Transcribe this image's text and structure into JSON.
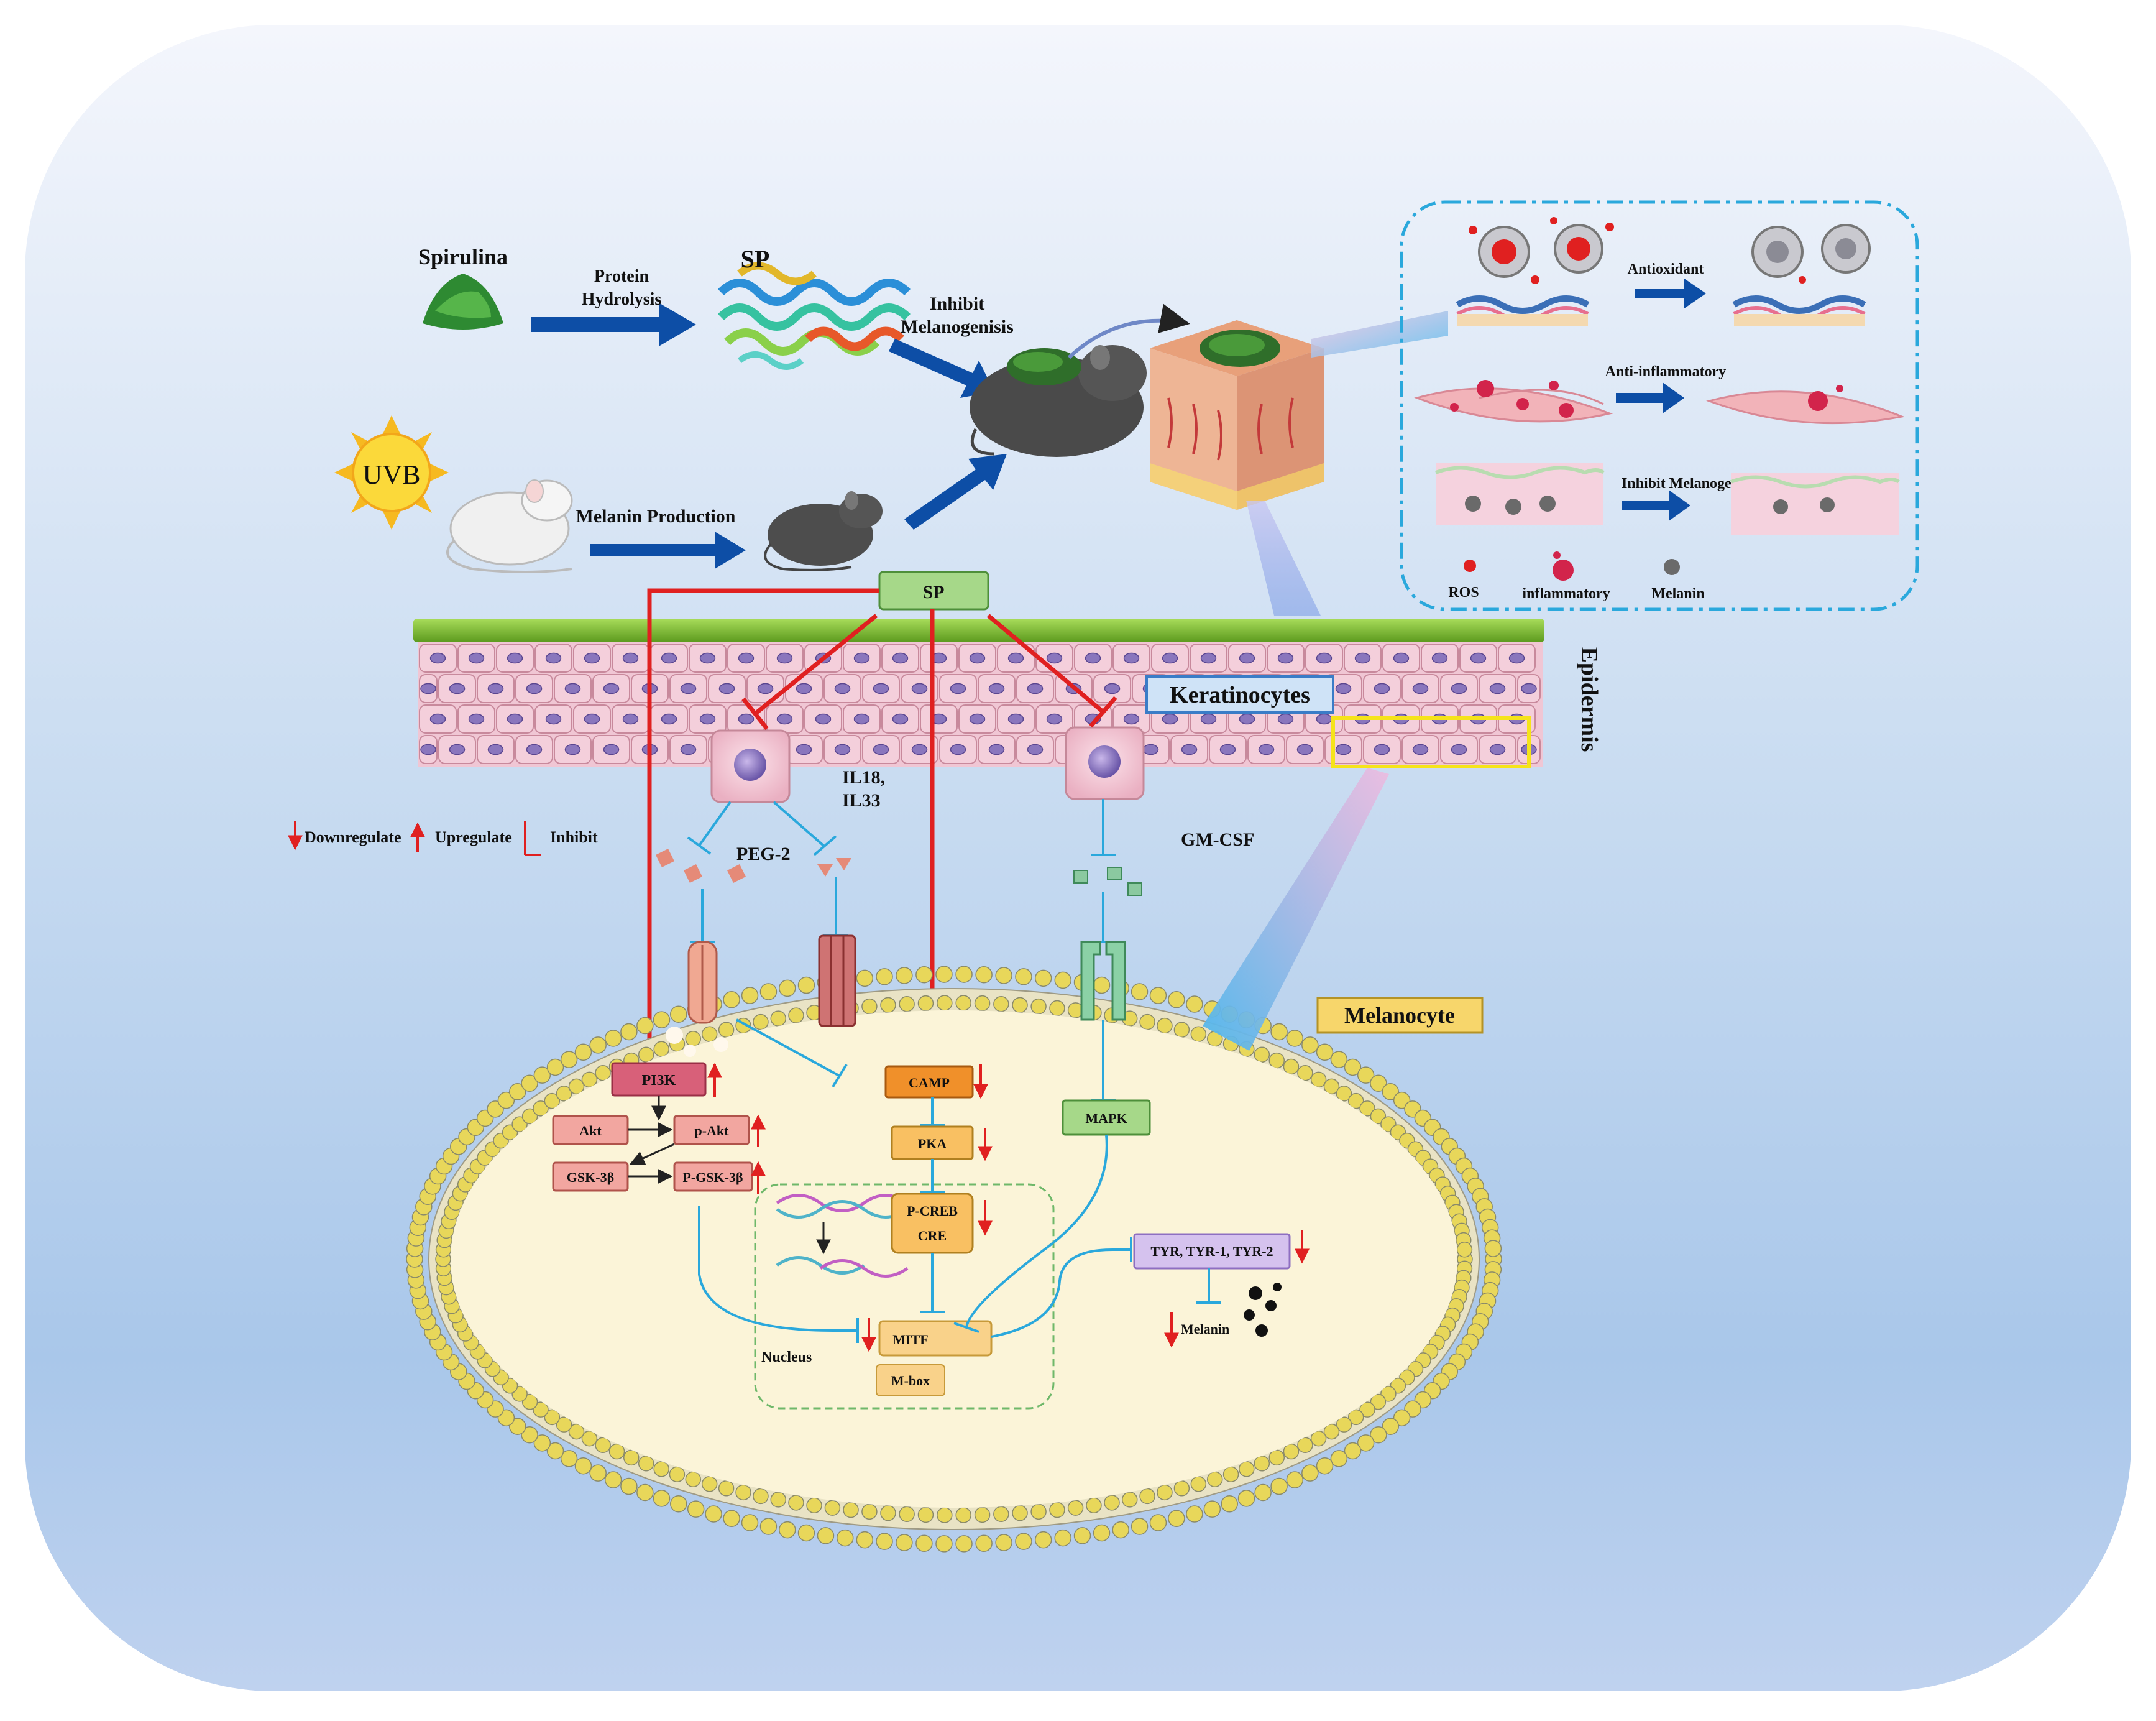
{
  "top": {
    "spirulina_label": "Spirulina",
    "hydrolysis_label_1": "Protein",
    "hydrolysis_label_2": "Hydrolysis",
    "sp_label": "SP",
    "inhibit_label_1": "Inhibit",
    "inhibit_label_2": "Melanogenisis",
    "uvb_label": "UVB",
    "melanin_production_label": "Melanin Production"
  },
  "inset": {
    "antioxidant_label": "Antioxidant",
    "anti_inflammatory_label": "Anti-inflammatory",
    "inhibit_melanogenisis_label": "Inhibit Melanogenisis",
    "legend": [
      "ROS",
      "inflammatory",
      "Melanin"
    ]
  },
  "epidermis": {
    "sp_box": "SP",
    "keratinocytes_label": "Keratinocytes",
    "epidermis_label": "Epidermis",
    "il_label_1": "IL18,",
    "il_label_2": "IL33",
    "peg_label": "PEG-2",
    "gmcsf_label": "GM-CSF"
  },
  "legend": {
    "downregulate": "Downregulate",
    "upregulate": "Upregulate",
    "inhibit": "Inhibit"
  },
  "melanocyte": {
    "title": "Melanocyte",
    "pi3k": "PI3K",
    "akt": "Akt",
    "p_akt": "p-Akt",
    "gsk": "GSK-3β",
    "p_gsk": "P-GSK-3β",
    "camp": "CAMP",
    "pka": "PKA",
    "p_creb": "P-CREB",
    "cre": "CRE",
    "mitf": "MITF",
    "mbox": "M-box",
    "nucleus": "Nucleus",
    "mapk": "MAPK",
    "tyr": "TYR, TYR-1,  TYR-2",
    "melanin": "Melanin"
  },
  "colors": {
    "inhibit_red": "#e02020",
    "inhibit_blue": "#2aa8dc",
    "arrow_blue": "#0d4ea6",
    "membrane_head": "#e8d75a",
    "cytoplasm": "#fbf4d8"
  }
}
